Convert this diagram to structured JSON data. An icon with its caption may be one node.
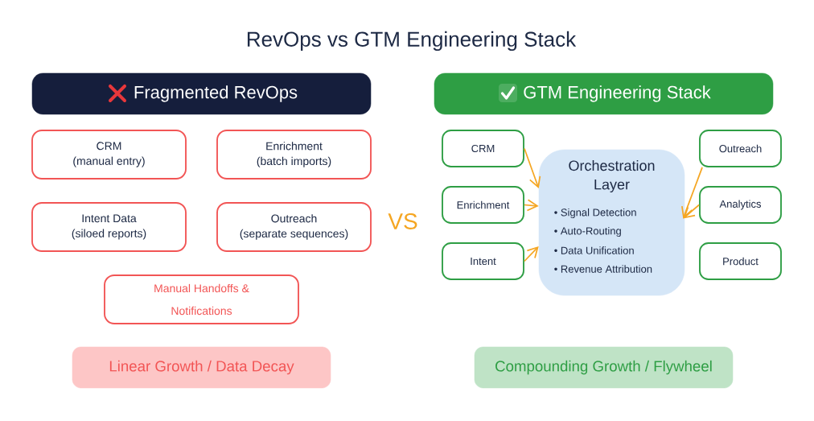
{
  "diagram": {
    "title": "RevOps vs GTM Engineering Stack",
    "nodes": [
      {
        "text": [
          "Fragmented RevOps"
        ]
      },
      {
        "text": [
          "CRM",
          "(manual entry)"
        ]
      },
      {
        "text": [
          "Enrichment",
          "(batch imports)"
        ]
      },
      {
        "text": [
          "Intent Data",
          "(siloed reports)"
        ]
      },
      {
        "text": [
          "Outreach",
          "(separate sequences)"
        ]
      },
      {
        "text": [
          "Manual Handoffs & Notifications"
        ]
      },
      {
        "text": [
          "Linear Growth / Data Decay"
        ]
      },
      {
        "text": [
          "GTM Engineering Stack"
        ]
      },
      {
        "text": [
          "CRM"
        ]
      },
      {
        "text": [
          "Enrichment"
        ]
      },
      {
        "text": [
          "Intent"
        ]
      },
      {
        "text": [
          "Orchestration Layer",
          "• Signal Detection",
          "• Auto-Routing",
          "• Data Unification",
          "• Revenue Attribution"
        ]
      },
      {
        "text": [
          "Outreach"
        ]
      },
      {
        "text": [
          "Analytics"
        ]
      },
      {
        "text": [
          "Product"
        ]
      },
      {
        "text": [
          "Compounding Growth / Flywheel"
        ]
      }
    ],
    "edges": [
      {
        "from": 8,
        "to": 11,
        "arrow": "to"
      },
      {
        "from": 9,
        "to": 11,
        "arrow": "to"
      },
      {
        "from": 10,
        "to": 11,
        "arrow": "to"
      },
      {
        "from": 12,
        "to": 11,
        "arrow": "to"
      },
      {
        "from": 13,
        "to": 11,
        "arrow": "to"
      }
    ],
    "labels": [
      "VS"
    ]
  }
}
